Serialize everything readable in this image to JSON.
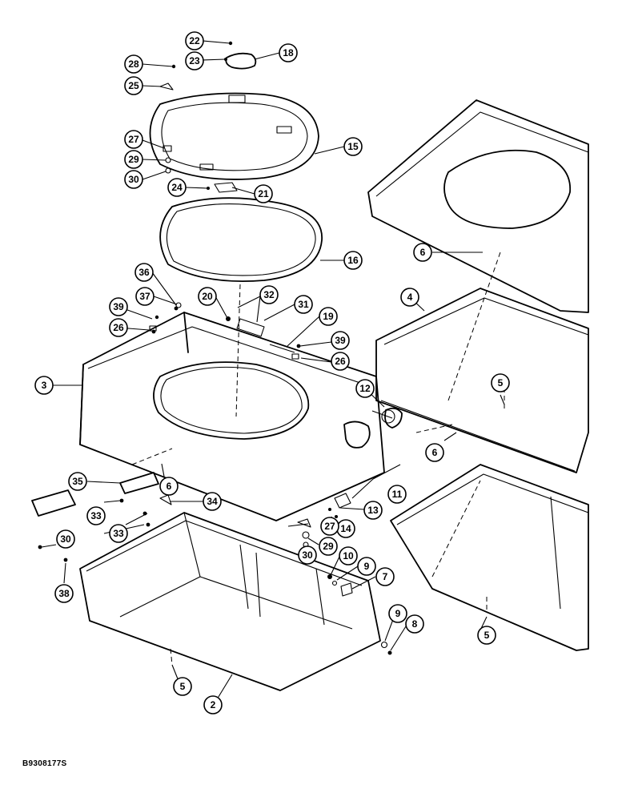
{
  "drawing_id": "B9308177S",
  "callouts": [
    "22",
    "23",
    "18",
    "28",
    "25",
    "15",
    "27",
    "29",
    "30",
    "24",
    "21",
    "16",
    "36",
    "37",
    "20",
    "32",
    "31",
    "19",
    "39",
    "26",
    "3",
    "6",
    "35",
    "34",
    "33",
    "12",
    "11",
    "13",
    "14",
    "10",
    "9",
    "7",
    "8",
    "5",
    "2",
    "38",
    "4"
  ]
}
